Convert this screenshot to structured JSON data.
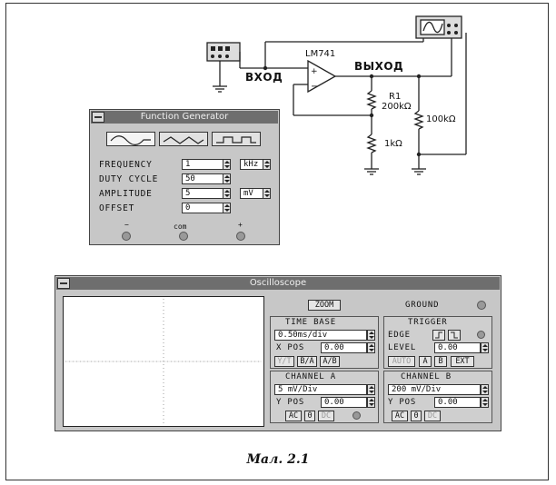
{
  "circuit": {
    "opamp_label": "LM741",
    "input_label": "ВХОД",
    "output_label": "ВЫХОД",
    "r1_name": "R1",
    "r1_value": "200kΩ",
    "r2_value": "100kΩ",
    "r3_value": "1kΩ"
  },
  "function_generator": {
    "title": "Function Generator",
    "waveforms": [
      "sine-wave-icon",
      "triangle-wave-icon",
      "square-wave-icon"
    ],
    "rows": [
      {
        "label": "FREQUENCY",
        "value": "1",
        "unit": "kHz"
      },
      {
        "label": "DUTY CYCLE",
        "value": "50",
        "unit": ""
      },
      {
        "label": "AMPLITUDE",
        "value": "5",
        "unit": "mV"
      },
      {
        "label": "OFFSET",
        "value": "0",
        "unit": ""
      }
    ],
    "terminals": [
      "−",
      "com",
      "+"
    ]
  },
  "oscilloscope": {
    "title": "Oscilloscope",
    "zoom_label": "ZOOM",
    "ground_label": "GROUND",
    "time_base": {
      "title": "TIME BASE",
      "value": "0.50ms/div",
      "xpos_label": "X POS",
      "xpos_value": "0.00",
      "buttons": [
        "Y/T",
        "B/A",
        "A/B"
      ]
    },
    "trigger": {
      "title": "TRIGGER",
      "edge_label": "EDGE",
      "level_label": "LEVEL",
      "level_value": "0.00",
      "buttons": [
        "AUTO",
        "A",
        "B",
        "EXT"
      ]
    },
    "channel_a": {
      "title": "CHANNEL A",
      "value": "5 mV/Div",
      "ypos_label": "Y POS",
      "ypos_value": "0.00",
      "buttons": [
        "AC",
        "0",
        "DC"
      ]
    },
    "channel_b": {
      "title": "CHANNEL B",
      "value": "200 mV/Div",
      "ypos_label": "Y POS",
      "ypos_value": "0.00",
      "buttons": [
        "AC",
        "0",
        "DC"
      ]
    }
  },
  "caption": "Мал. 2.1"
}
